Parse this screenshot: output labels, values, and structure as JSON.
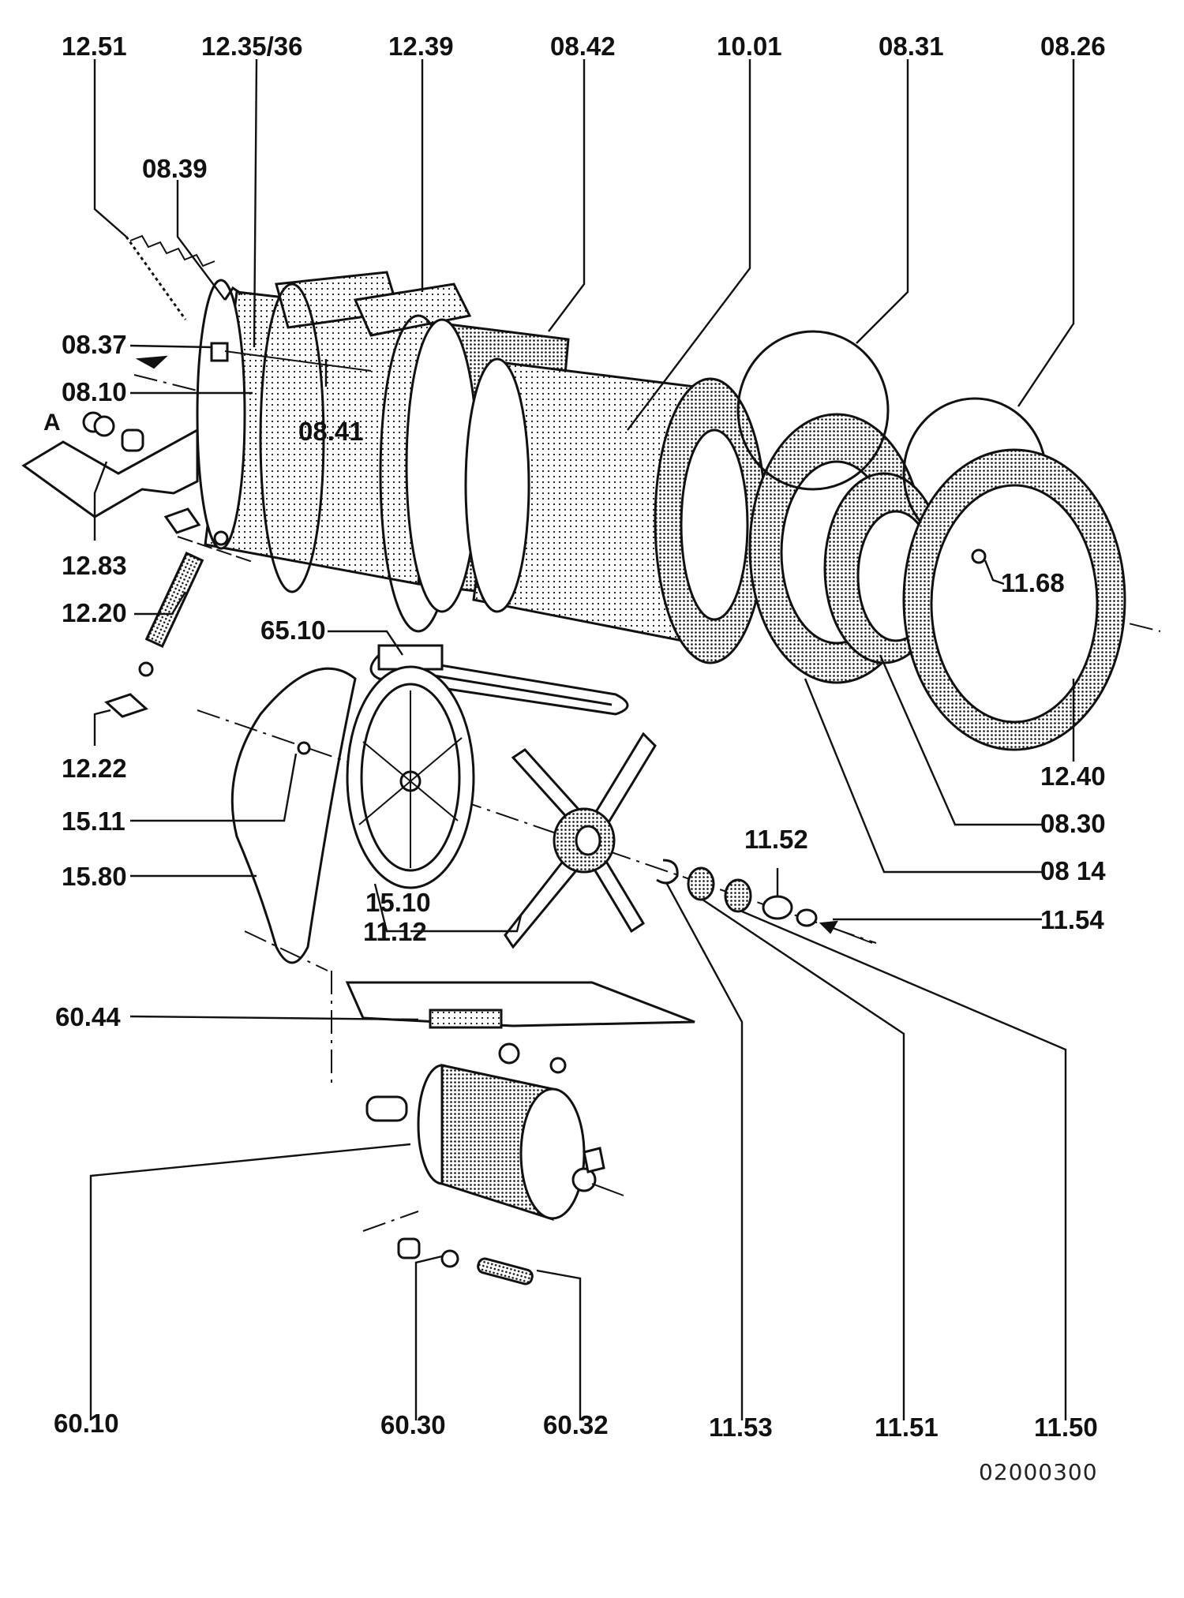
{
  "diagram": {
    "labels": {
      "l1251": "12.51",
      "l1235": "12.35/36",
      "l1239": "12.39",
      "l0842": "08.42",
      "l1001": "10.01",
      "l0831": "08.31",
      "l0826": "08.26",
      "l0839": "08.39",
      "l0837": "08.37",
      "l0810": "08.10",
      "l0841": "08.41",
      "lA": "A",
      "l1283": "12.83",
      "l1220": "12.20",
      "l6510": "65.10",
      "l1168": "11.68",
      "l1222": "12.22",
      "l1511": "15.11",
      "l1580": "15.80",
      "l1510": "15.10",
      "l1112": "11.12",
      "l1152": "11.52",
      "l1240": "12.40",
      "l0830": "08.30",
      "l0814": "08 14",
      "l1154": "11.54",
      "l6044": "60.44",
      "l6010": "60.10",
      "l6030": "60.30",
      "l6032": "60.32",
      "l1153": "11.53",
      "l1151": "11.51",
      "l1150": "11.50"
    },
    "document_id": "02000300"
  }
}
